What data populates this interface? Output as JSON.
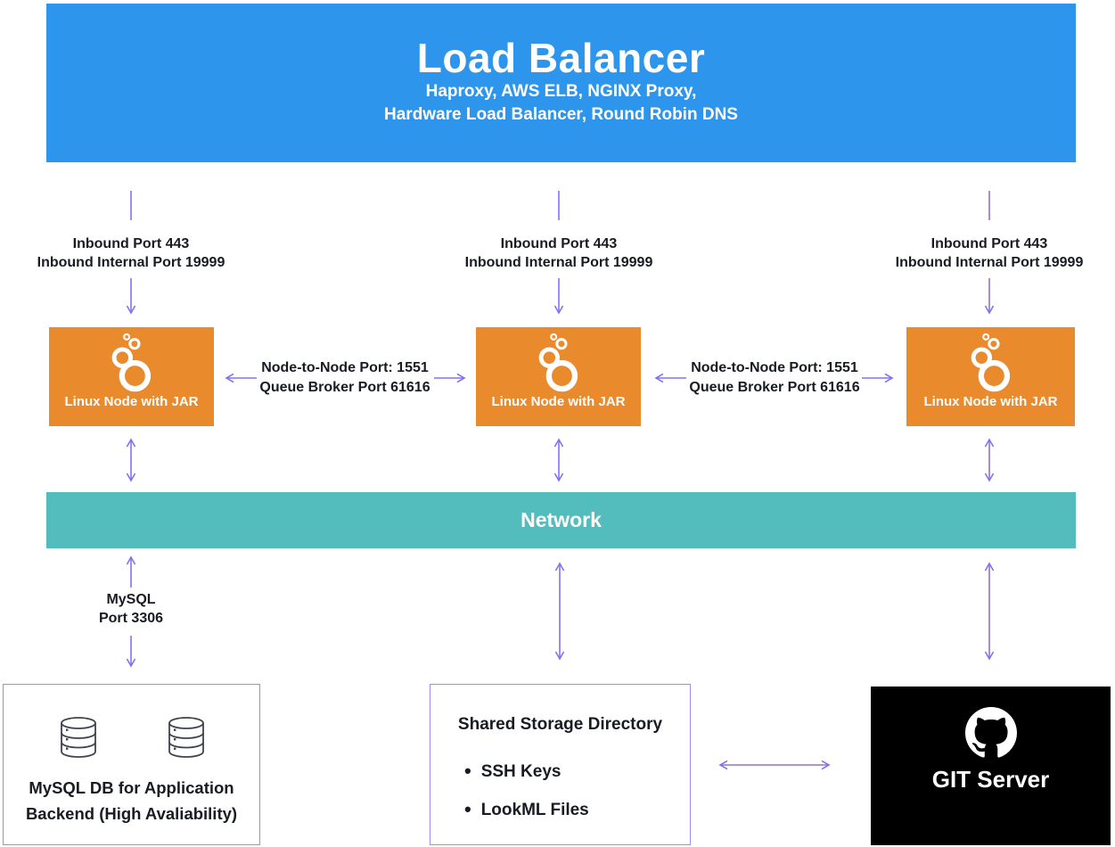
{
  "diagram": {
    "load_balancer": {
      "title": "Load Balancer",
      "subtitle_line1": "Haproxy, AWS ELB, NGINX Proxy,",
      "subtitle_line2": "Hardware Load Balancer, Round Robin DNS"
    },
    "inbound_label": {
      "line1": "Inbound Port 443",
      "line2": "Inbound Internal Port 19999"
    },
    "node_box_label": "Linux Node with JAR",
    "node_link_label": {
      "line1": "Node-to-Node Port: 1551",
      "line2": "Queue Broker Port 61616"
    },
    "network_label": "Network",
    "mysql_link_label": {
      "line1": "MySQL",
      "line2": "Port 3306"
    },
    "mysql_box": {
      "title_line1": "MySQL DB for Application",
      "title_line2": "Backend (High Avaliability)"
    },
    "storage_box": {
      "title": "Shared Storage Directory",
      "items": [
        "SSH Keys",
        "LookML Files"
      ]
    },
    "git_box": {
      "label": "GIT Server"
    },
    "icons": {
      "node": "looker-bubbles-icon",
      "database": "database-cylinder-icon",
      "git": "github-octocat-icon"
    },
    "colors": {
      "load_balancer_blue": "#2E95EC",
      "node_orange": "#E98A2D",
      "network_teal": "#53BDBD",
      "arrow_purple": "#8373EE",
      "arrow_light_purple": "#A79AF3",
      "box_border_purple": "#9C8CF0",
      "git_black": "#000000",
      "text_dark": "#181B22"
    }
  }
}
